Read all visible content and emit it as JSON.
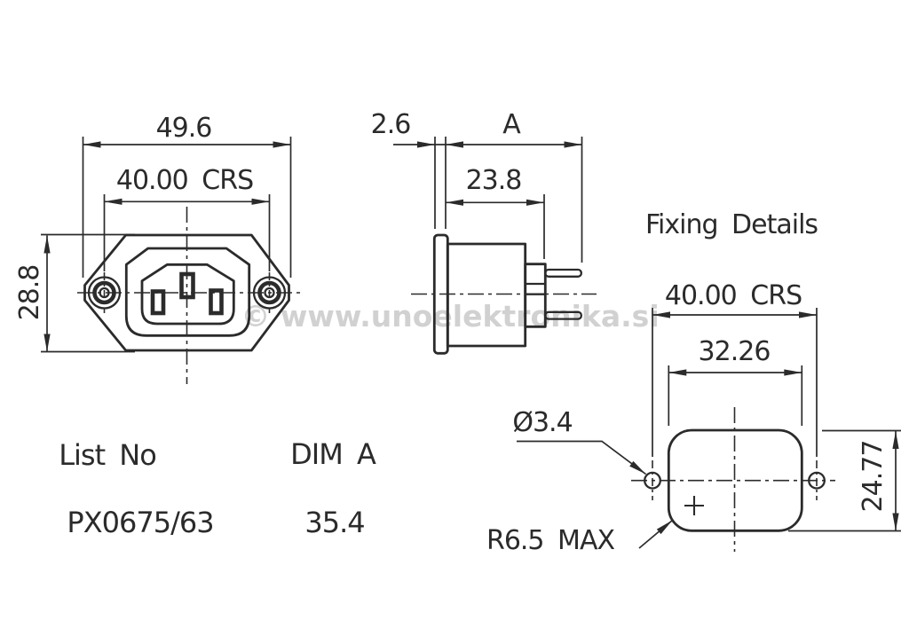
{
  "drawing": {
    "front_view": {
      "width_label": "49.6",
      "crs_label": "40.00 CRS",
      "height_label": "28.8"
    },
    "side_view": {
      "flange_label": "2.6",
      "depth_label": "A",
      "body_label": "23.8"
    },
    "fixing_details": {
      "title": "Fixing Details",
      "crs_label": "40.00 CRS",
      "cutout_width_label": "32.26",
      "cutout_height_label": "24.77",
      "hole_diameter_label": "Ø3.4",
      "corner_radius_label": "R6.5 MAX"
    },
    "table": {
      "header": [
        "List No",
        "DIM A"
      ],
      "rows": [
        [
          "PX0675/63",
          "35.4"
        ]
      ]
    },
    "watermark": "© www.unoelektronika.si",
    "colors": {
      "line": "#2b2b2b",
      "watermark": "#c9c9c9",
      "background": "#ffffff"
    }
  }
}
